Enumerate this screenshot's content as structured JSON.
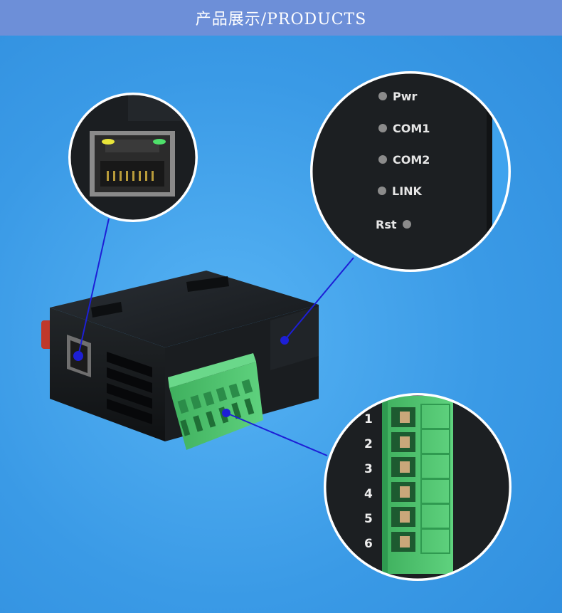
{
  "header": {
    "title": "产品展示/PRODUCTS"
  },
  "indicators": {
    "leds": [
      "Pwr",
      "COM1",
      "COM2",
      "LINK"
    ],
    "reset": "Rst"
  },
  "terminal": {
    "pins": [
      "1",
      "2",
      "3",
      "4",
      "5",
      "6"
    ]
  },
  "device_side_labels": [
    "6",
    "5",
    "4",
    "3",
    "2",
    "1"
  ],
  "colors": {
    "header_bg": "#6d8fd8",
    "background": "#3d9de9",
    "connector_green": "#4cc36c",
    "pointer": "#1d1fd6",
    "device_body": "#1e2226"
  }
}
